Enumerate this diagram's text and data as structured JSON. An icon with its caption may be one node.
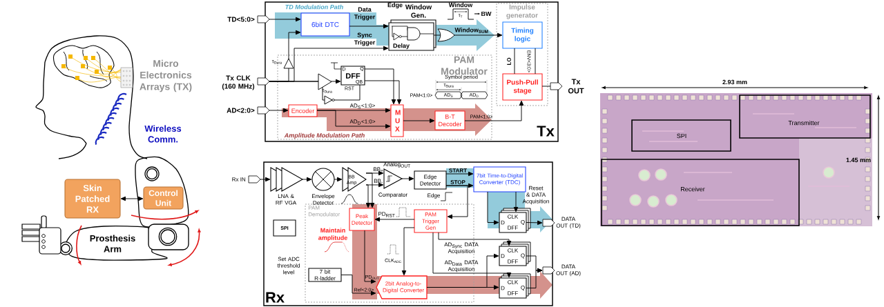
{
  "diagram": {
    "nodes": [
      {
        "text": [
          "Tx"
        ]
      },
      {
        "text": [
          "6bit DTC"
        ],
        "in": 0
      },
      {
        "text": [
          "Window Gen.",
          "Delay"
        ],
        "in": 0
      },
      {
        "text": [
          "PAM Modulator"
        ],
        "in": 0
      },
      {
        "text": [
          "D",
          "Q",
          "DFF",
          "QB",
          "RST"
        ],
        "in": 3
      },
      {
        "text": [
          "Encoder"
        ],
        "in": 3
      },
      {
        "text": [
          "M U X"
        ],
        "in": 3
      },
      {
        "text": [
          "B-T Decoder"
        ],
        "in": 3
      },
      {
        "text": [
          "Impulse generator"
        ],
        "in": 0
      },
      {
        "text": [
          "Timing logic"
        ],
        "in": 8
      },
      {
        "text": [
          "Push-Pull stage"
        ],
        "in": 8
      },
      {
        "text": [
          "TD<5:0>"
        ]
      },
      {
        "text": [
          "Tx CLK (160 MHz)"
        ]
      },
      {
        "text": [
          "AD<2:0>"
        ]
      },
      {
        "text": [
          "Tx OUT"
        ]
      },
      {
        "text": [
          "Rx"
        ]
      },
      {
        "text": [
          "Rx IN"
        ]
      },
      {
        "text": [
          "LNA & RF VGA"
        ],
        "in": 15
      },
      {
        "text": [
          "Envelope Detector"
        ],
        "in": 15
      },
      {
        "text": [
          "BB Amp"
        ],
        "in": 15
      },
      {
        "text": [
          "Comparator"
        ],
        "in": 15
      },
      {
        "text": [
          "Edge Detector"
        ],
        "in": 15
      },
      {
        "text": [
          "7bit Time-to-Digital Converter (TDC)"
        ],
        "in": 15
      },
      {
        "text": [
          "PAM Demodulator"
        ],
        "in": 15
      },
      {
        "text": [
          "Peak Detector"
        ],
        "in": 23
      },
      {
        "text": [
          "PAM Trigger Gen"
        ],
        "in": 23
      },
      {
        "text": [
          "SPI"
        ],
        "in": 15
      },
      {
        "text": [
          "7 bit R-ladder"
        ],
        "in": 23
      },
      {
        "text": [
          "2bit Analog-to-Digital Converter"
        ],
        "in": 23
      },
      {
        "text": [
          "D",
          "CLK",
          "DFF",
          "Q"
        ],
        "in": 15
      },
      {
        "text": [
          "D",
          "CLK",
          "DFF",
          "Q"
        ],
        "in": 15
      },
      {
        "text": [
          "D",
          "CLK",
          "DFF",
          "Q"
        ],
        "in": 15
      },
      {
        "text": [
          "DATA OUT (TD)"
        ]
      },
      {
        "text": [
          "DATA OUT (AD)"
        ]
      },
      {
        "text": [],
        "shape": "picture"
      },
      {
        "text": [
          "SPI"
        ],
        "in": 34
      },
      {
        "text": [
          "Transmitter"
        ],
        "in": 34
      },
      {
        "text": [
          "Receiver"
        ],
        "in": 34
      },
      {
        "text": [
          "Skin Patched RX"
        ]
      },
      {
        "text": [
          "Control Unit"
        ]
      }
    ],
    "edges": [
      {
        "from": 11,
        "to": 1,
        "arrow": "to"
      },
      {
        "from": 1,
        "to": 2,
        "arrow": "to",
        "label": "Data Trigger"
      },
      {
        "from": 12,
        "to": 2,
        "arrow": "to",
        "label": "Sync Trigger"
      },
      {
        "from": 12,
        "to": 1,
        "arrow": "to"
      },
      {
        "from": 12,
        "to": 4,
        "arrow": "to"
      },
      {
        "from": 12,
        "to": 4,
        "arrow": "none"
      },
      {
        "from": 4,
        "to": 6,
        "arrow": "to"
      },
      {
        "from": 4,
        "to": 6,
        "arrow": "to"
      },
      {
        "from": 13,
        "to": 5,
        "arrow": "to"
      },
      {
        "from": 5,
        "to": 6,
        "arrow": "to",
        "label": "AD$_{S}$<1:0>"
      },
      {
        "from": 5,
        "to": 6,
        "arrow": "to",
        "label": "AD$_{D}$<1:0>"
      },
      {
        "from": 6,
        "to": 7,
        "arrow": "to"
      },
      {
        "from": 7,
        "to": 10,
        "arrow": "to",
        "label": "PAM<1:0>"
      },
      {
        "from": 2,
        "to": 9,
        "arrow": "to",
        "label": "Window$_{SUM}$"
      },
      {
        "from": 9,
        "to": 10,
        "arrow": "none",
        "label": "LO"
      },
      {
        "from": 9,
        "to": 10,
        "arrow": "none",
        "label": "ENV<3:0>"
      },
      {
        "from": 10,
        "to": 14,
        "arrow": "none"
      },
      {
        "from": 16,
        "to": 17,
        "arrow": "to"
      },
      {
        "from": 17,
        "to": 18,
        "arrow": "to"
      },
      {
        "from": 18,
        "to": 19,
        "arrow": "to"
      },
      {
        "from": 19,
        "to": 20,
        "arrow": "to",
        "label": "BB$_{+}$"
      },
      {
        "from": 19,
        "to": 20,
        "arrow": "to",
        "label": "BB$_{-}$"
      },
      {
        "from": 19,
        "to": 24,
        "arrow": "to"
      },
      {
        "from": 19,
        "to": 24,
        "arrow": "to"
      },
      {
        "from": 20,
        "to": 21,
        "arrow": "to",
        "label": "Analog$_{OUT}$"
      },
      {
        "from": 21,
        "to": 22,
        "arrow": "to",
        "label": "START"
      },
      {
        "from": 21,
        "to": 22,
        "arrow": "to",
        "label": "STOP"
      },
      {
        "from": 21,
        "to": 25,
        "arrow": "to"
      },
      {
        "from": 25,
        "to": 24,
        "arrow": "to",
        "label": "PD$_{RST}$"
      },
      {
        "from": 24,
        "to": 28,
        "arrow": "to",
        "label": "PD$_{OUT}$"
      },
      {
        "from": 27,
        "to": 28,
        "arrow": "to",
        "label": "Ref<2:0>"
      },
      {
        "from": 22,
        "to": 29,
        "arrow": "to"
      },
      {
        "from": 25,
        "to": 28,
        "arrow": "to"
      },
      {
        "from": 25,
        "to": 30,
        "arrow": "to",
        "label": "AD$_{Sync}$ DATA Acquisition"
      },
      {
        "from": 25,
        "to": 31,
        "arrow": "to",
        "label": "AD$_{Data}$ DATA Acquisition"
      },
      {
        "from": 28,
        "to": 30,
        "arrow": "to"
      },
      {
        "from": 28,
        "to": 31,
        "arrow": "to"
      },
      {
        "from": 29,
        "to": 32,
        "arrow": "to"
      },
      {
        "from": 30,
        "to": 33,
        "arrow": "to"
      },
      {
        "from": 31,
        "to": 33,
        "arrow": "to"
      },
      {
        "from": 38,
        "to": 39,
        "arrow": "both"
      },
      {
        "from": 22,
        "to": 29,
        "arrow": "to",
        "label": "Reset & DATA Acquisition"
      }
    ],
    "labels": [
      "Micro Electronics Arrays (TX)",
      "Wireless Comm.",
      "Prosthesis Arm",
      "TD Modulation Path",
      "Edge",
      "Window",
      "τ$_{T}$",
      "BW",
      "τ$_{Dura}$",
      "τ$_{Dura}$",
      "Symbol period",
      "τ$_{Dura}$",
      "PAM<1:0>",
      "AD$_{S}$",
      "AD$_{D}$",
      "Amplitude Modulation Path",
      "Edge",
      "Maintain amplitude",
      "CLK$_{ADC}$",
      "Set ADC threshold level",
      "2.93 mm",
      "1.45 mm"
    ]
  }
}
